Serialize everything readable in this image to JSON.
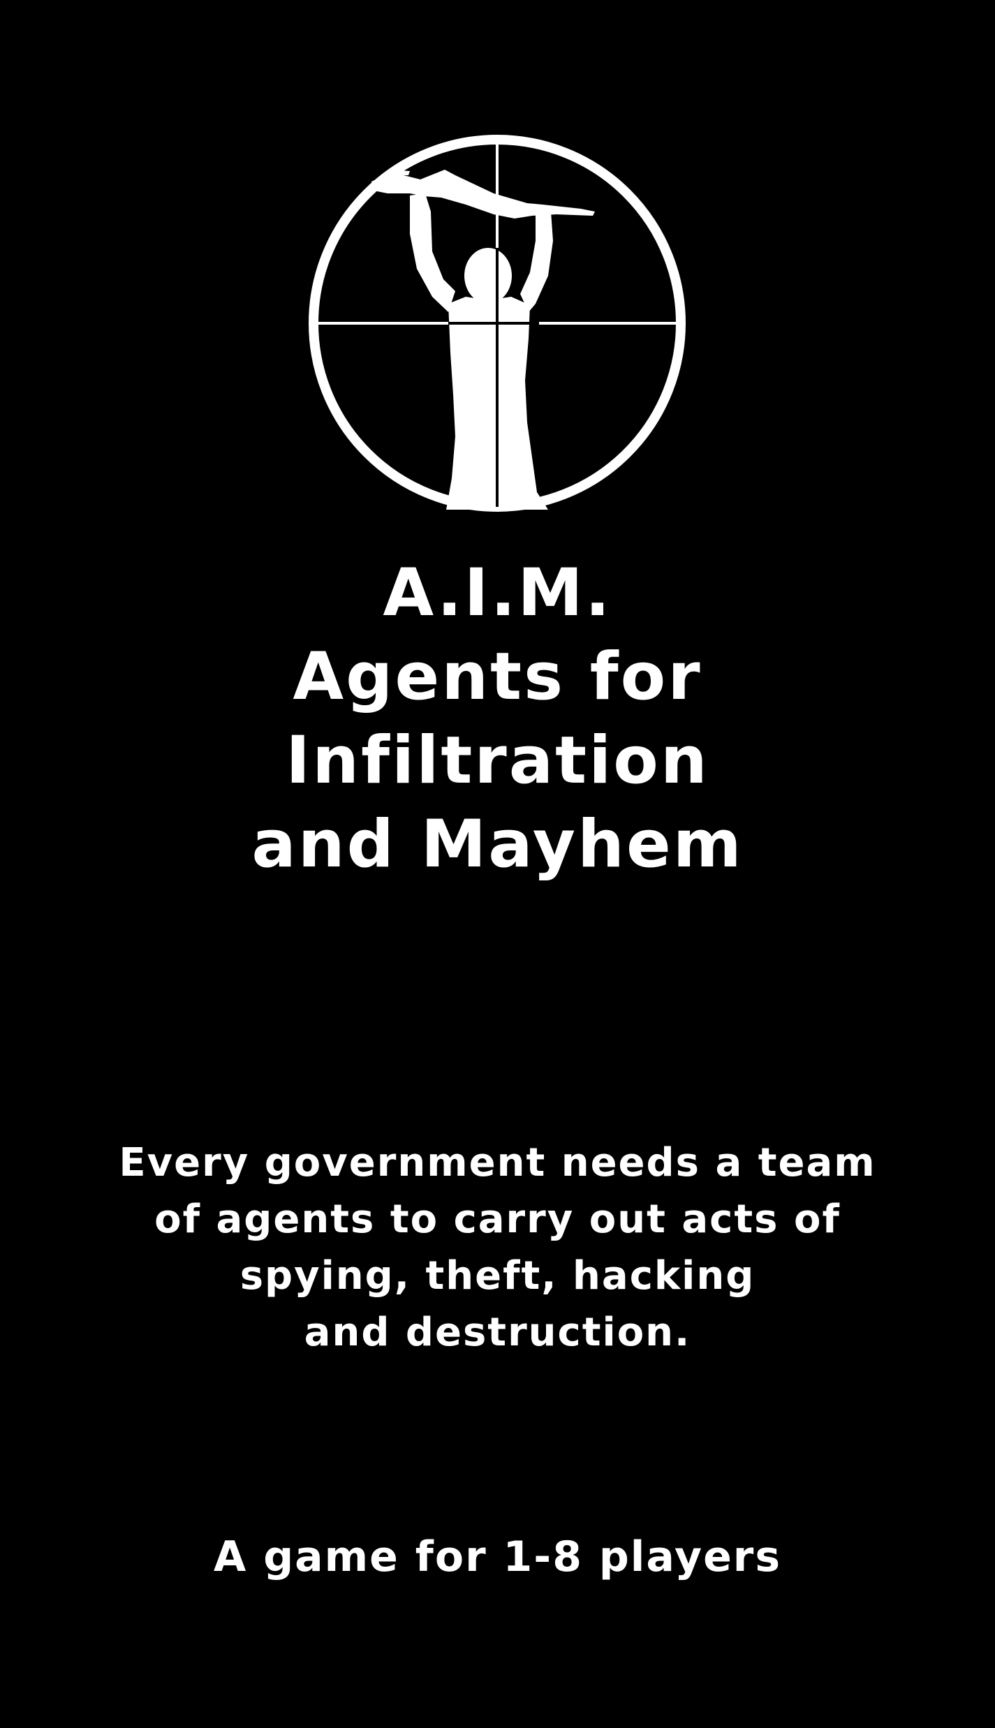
{
  "card": {
    "background_color": "#000000",
    "text_color": "#ffffff",
    "logo_icon": "crosshair-agent-with-rifle-icon",
    "title_lines": [
      "A.I.M.",
      "Agents for",
      "Infiltration",
      "and Mayhem"
    ],
    "description_lines": [
      "Every government needs a team",
      "of agents to carry out acts of",
      "spying, theft, hacking",
      "and destruction."
    ],
    "players": "A game for 1-8 players"
  }
}
